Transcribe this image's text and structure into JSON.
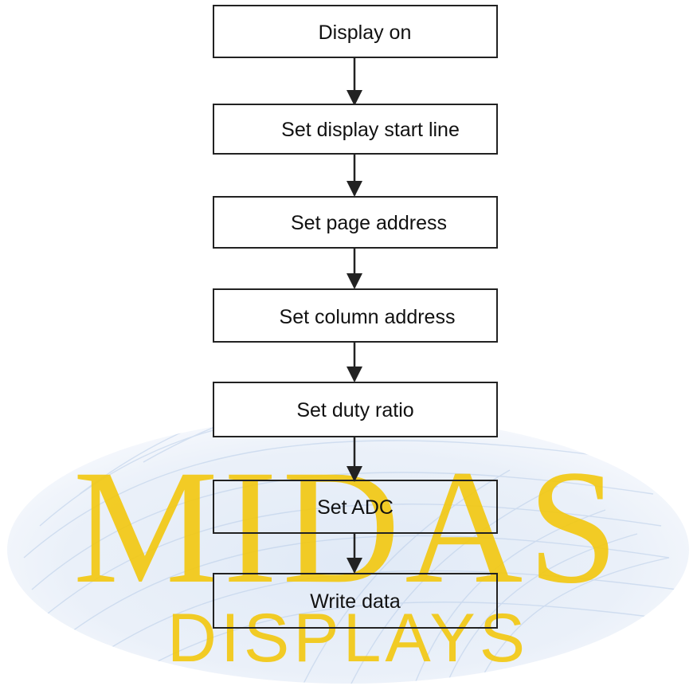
{
  "steps": [
    "Display on",
    "Set display start line",
    "Set page address",
    "Set column address",
    "Set duty ratio",
    "Set ADC",
    "Write data"
  ],
  "watermark": {
    "brand": "MIDAS",
    "subtitle": "DISPLAYS",
    "letter_color": "#f3c80f",
    "swirl_color": "#b9cde8"
  }
}
